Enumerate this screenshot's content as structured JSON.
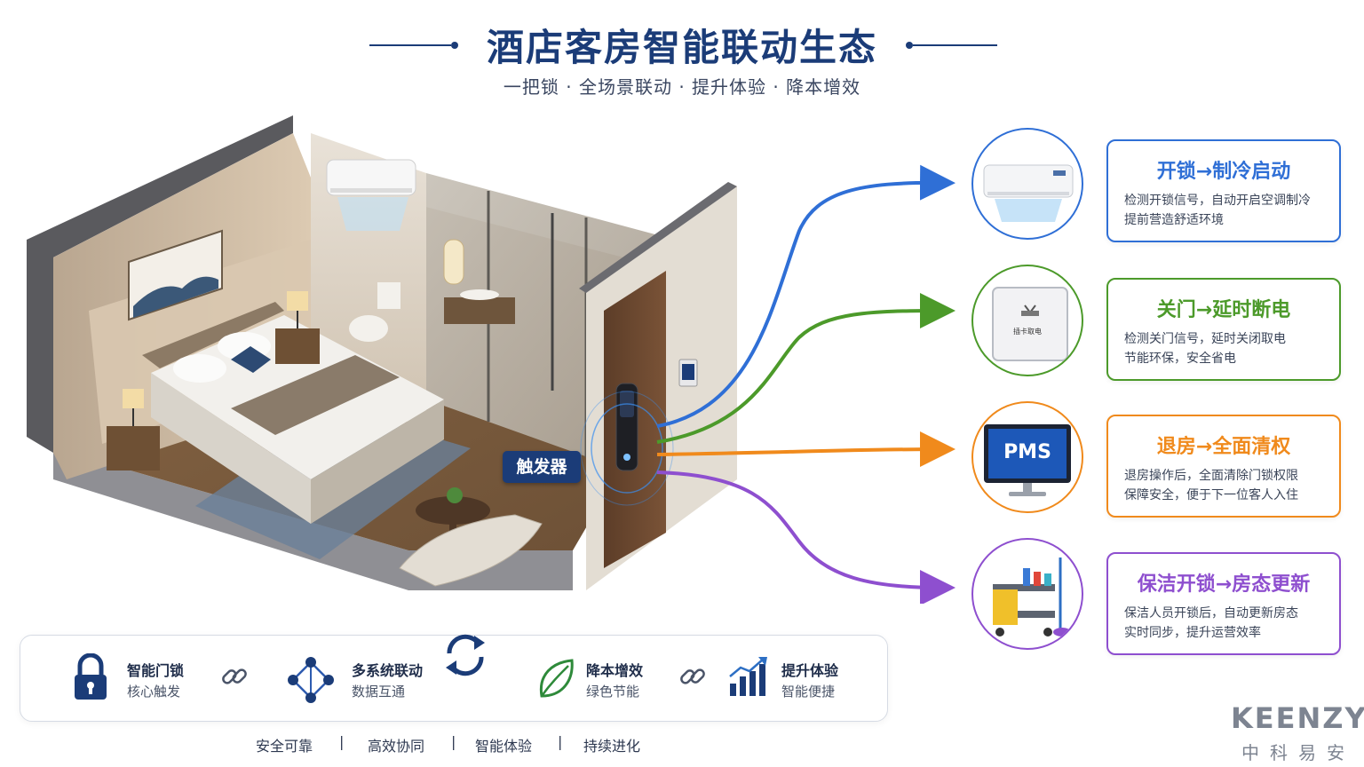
{
  "header": {
    "title": "酒店客房智能联动生态",
    "subtitle": "一把锁 · 全场景联动 · 提升体验 · 降本增效"
  },
  "trigger_label": "触发器",
  "cards": [
    {
      "title": "开锁→制冷启动",
      "line1": "检测开锁信号，自动开启空调制冷",
      "line2": "提前营造舒适环境",
      "color": "#2f6fd6",
      "icon": "air-conditioner-icon"
    },
    {
      "title": "关门→延时断电",
      "line1": "检测关门信号，延时关闭取电",
      "line2": "节能环保，安全省电",
      "color": "#4c9a2a",
      "icon": "card-power-switch-icon"
    },
    {
      "title": "退房→全面清权",
      "line1": "退房操作后，全面清除门锁权限",
      "line2": "保障安全，便于下一位客人入住",
      "color": "#f08a1c",
      "icon": "pms-monitor-icon"
    },
    {
      "title": "保洁开锁→房态更新",
      "line1": "保洁人员开锁后，自动更新房态",
      "line2": "实时同步，提升运营效率",
      "color": "#8e4fcf",
      "icon": "cleaning-cart-icon"
    }
  ],
  "pms_label": "PMS",
  "switch_label": "插卡取电",
  "features": [
    {
      "title": "智能门锁",
      "sub": "核心触发",
      "icon": "padlock-icon"
    },
    {
      "title": "多系统联动",
      "sub": "数据互通",
      "icon": "network-nodes-icon"
    },
    {
      "title": "降本增效",
      "sub": "绿色节能",
      "icon": "leaf-icon"
    },
    {
      "title": "提升体验",
      "sub": "智能便捷",
      "icon": "growth-chart-icon"
    }
  ],
  "footer": [
    "安全可靠",
    "高效协同",
    "智能体验",
    "持续进化"
  ],
  "footer_sep": "|",
  "brand": {
    "en": "KEENZY",
    "cn": "中科易安"
  }
}
